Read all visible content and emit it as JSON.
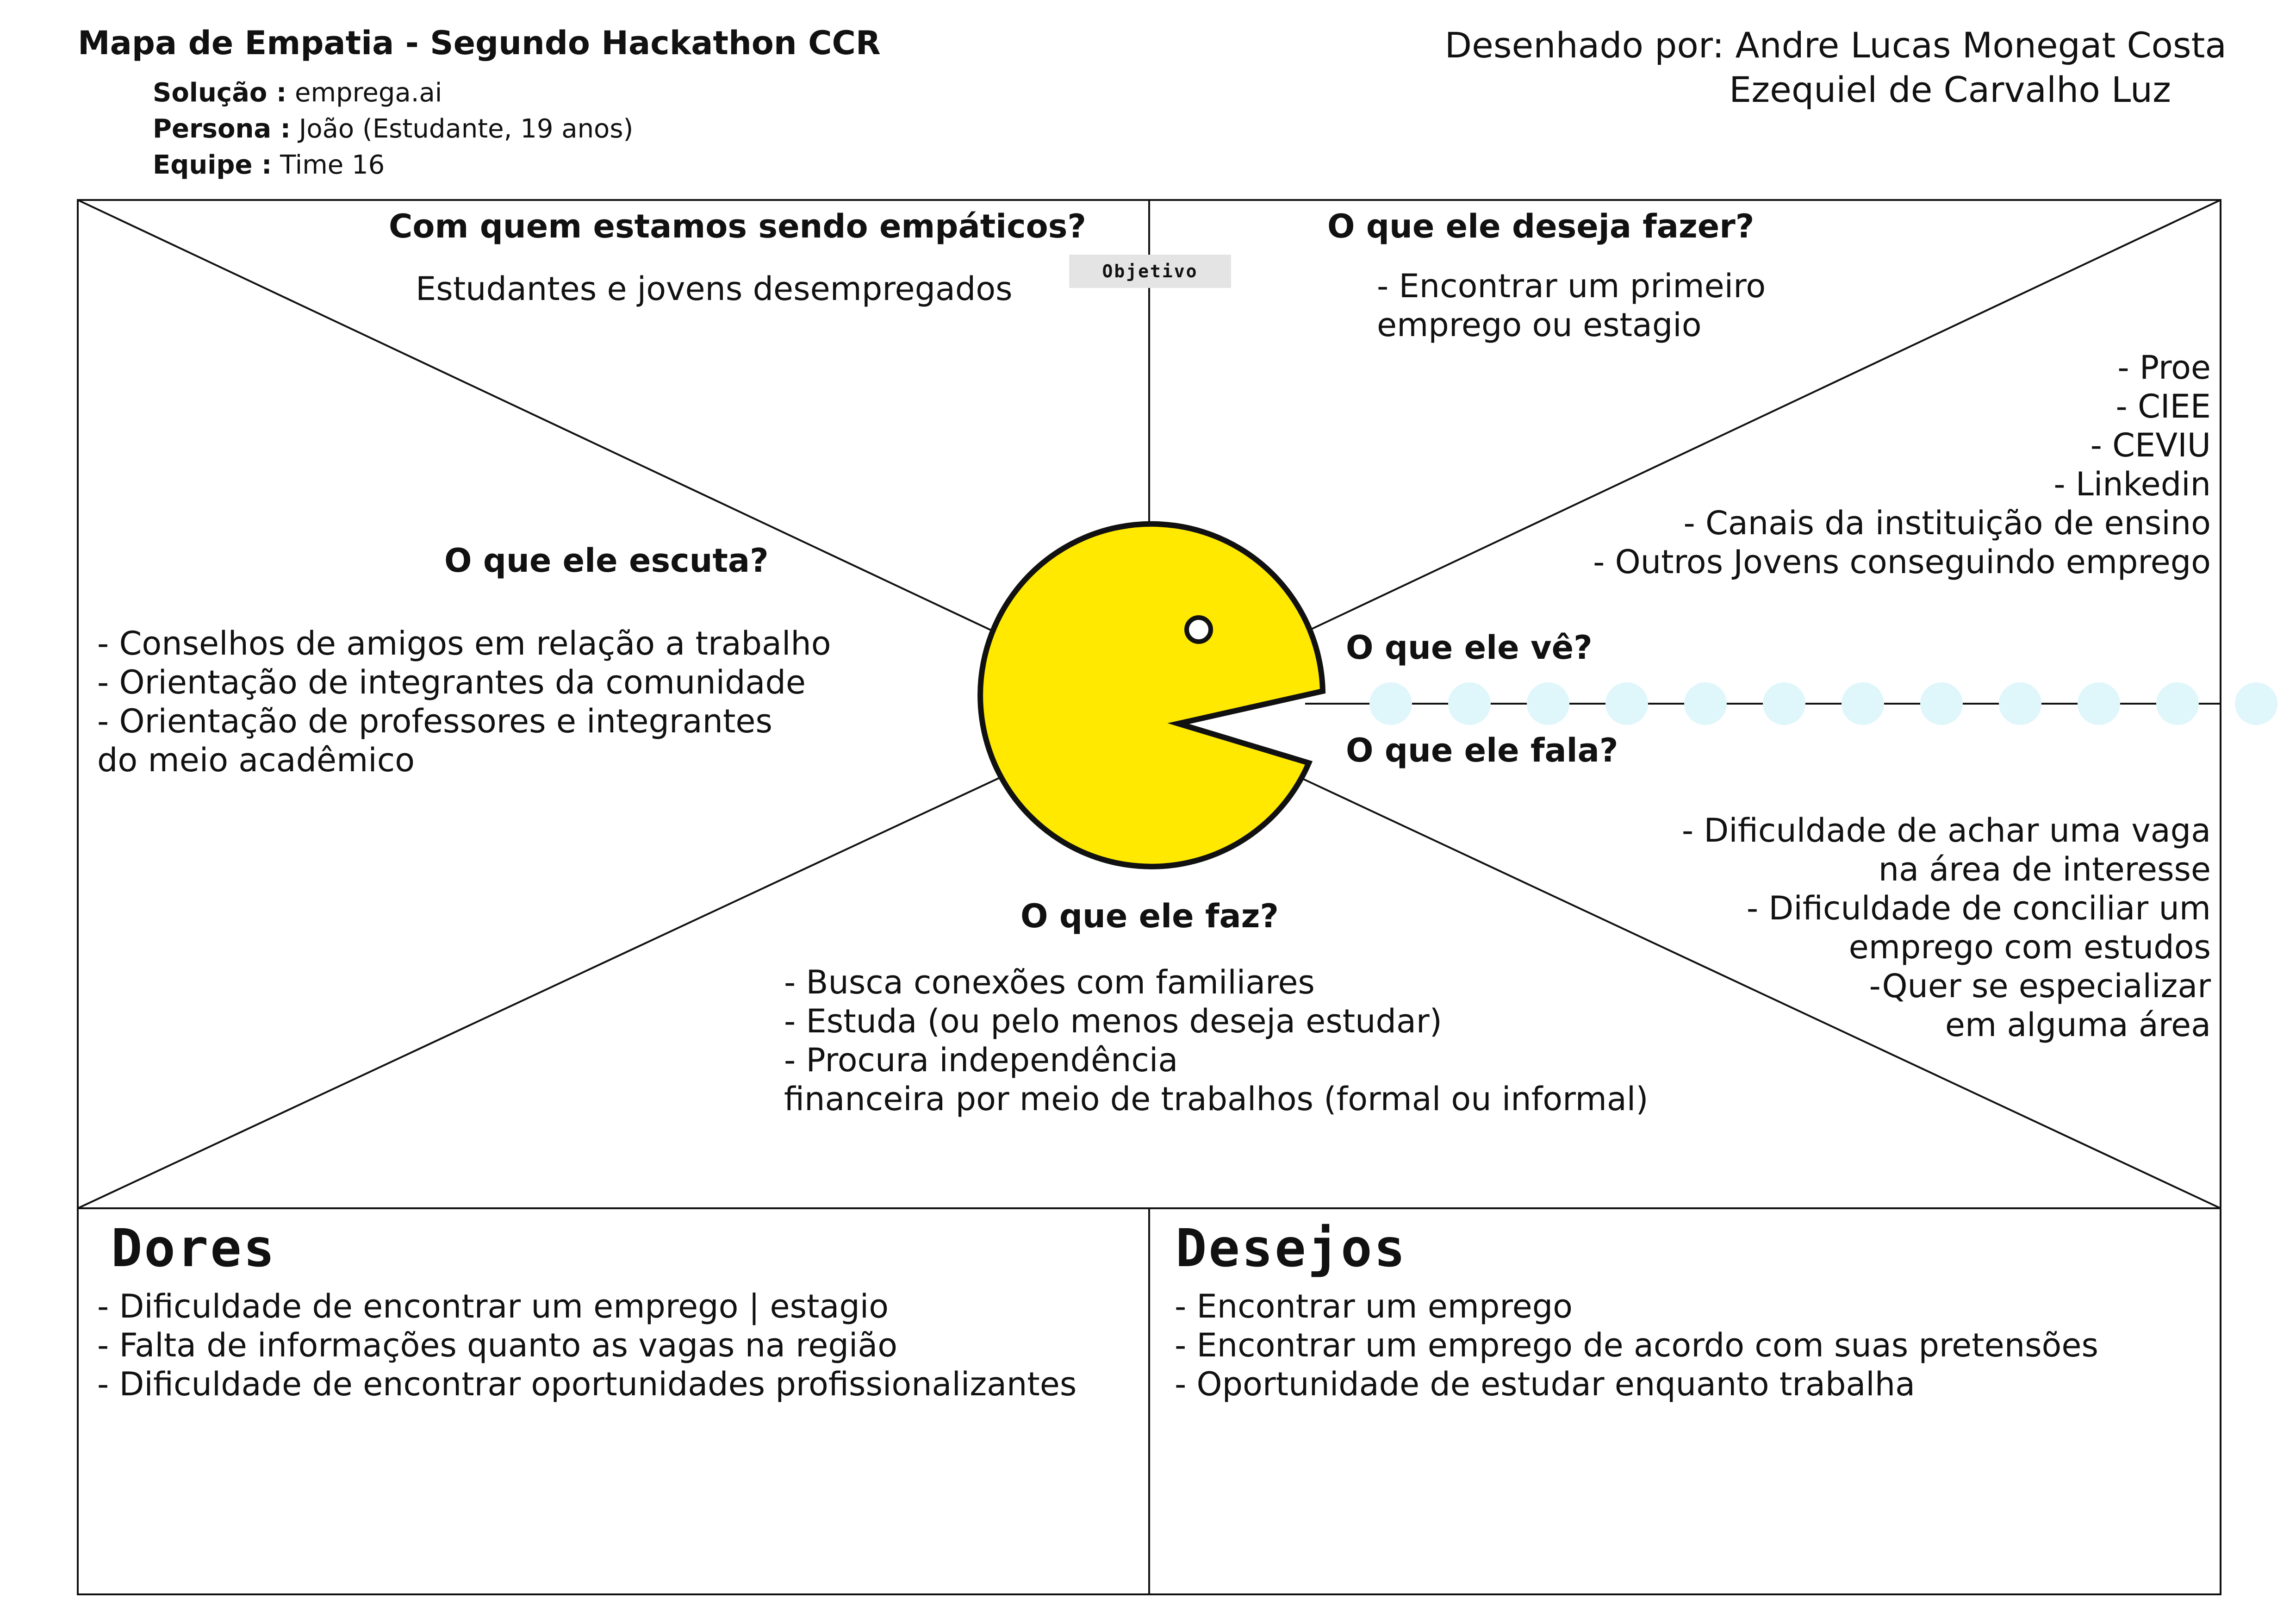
{
  "header": {
    "title": "Mapa de Empatia - Segundo Hackathon CCR",
    "solution_label": "Solução :",
    "solution_value": "emprega.ai",
    "persona_label": "Persona :",
    "persona_value": "João (Estudante, 19 anos)",
    "team_label": "Equipe :",
    "team_value": "Time 16",
    "credits_line1": "Desenhado por: Andre Lucas Monegat Costa",
    "credits_line2": "Ezequiel de Carvalho Luz"
  },
  "objective_tag": "Objetivo",
  "sections": {
    "who": {
      "heading": "Com quem estamos sendo empáticos?",
      "text": "Estudantes e jovens desempregados"
    },
    "wants": {
      "heading": "O que ele deseja fazer?",
      "text": "- Encontrar um primeiro\nemprego ou estagio"
    },
    "sees": {
      "heading": "O que ele vê?",
      "text": "- Proe\n- CIEE\n- CEVIU\n- Linkedin\n- Canais da instituição de ensino\n- Outros Jovens conseguindo emprego"
    },
    "hears": {
      "heading": "O que ele escuta?",
      "text": "- Conselhos de amigos em relação a trabalho\n- Orientação de integrantes da comunidade\n- Orientação de professores e integrantes\ndo meio acadêmico"
    },
    "says": {
      "heading": "O que ele fala?",
      "text": "- Dificuldade de achar uma vaga\nna área de interesse\n- Dificuldade de conciliar um\nemprego com estudos\n-Quer se especializar\nem alguma área"
    },
    "does": {
      "heading": "O que ele faz?",
      "text": "- Busca conexões com familiares\n- Estuda (ou pelo menos deseja estudar)\n- Procura independência\nfinanceira por meio de trabalhos (formal ou informal)"
    },
    "pains": {
      "heading": "Dores",
      "text": "- Dificuldade de encontrar um emprego | estagio\n- Falta de informações quanto as vagas na região\n- Dificuldade de encontrar oportunidades profissionalizantes"
    },
    "gains": {
      "heading": "Desejos",
      "text": "- Encontrar um emprego\n- Encontrar um emprego de acordo com suas pretensões\n- Oportunidade de estudar enquanto trabalha"
    }
  },
  "colors": {
    "pacman_fill": "#ffe900",
    "dots": "#dff6fb",
    "lines": "#111111"
  }
}
